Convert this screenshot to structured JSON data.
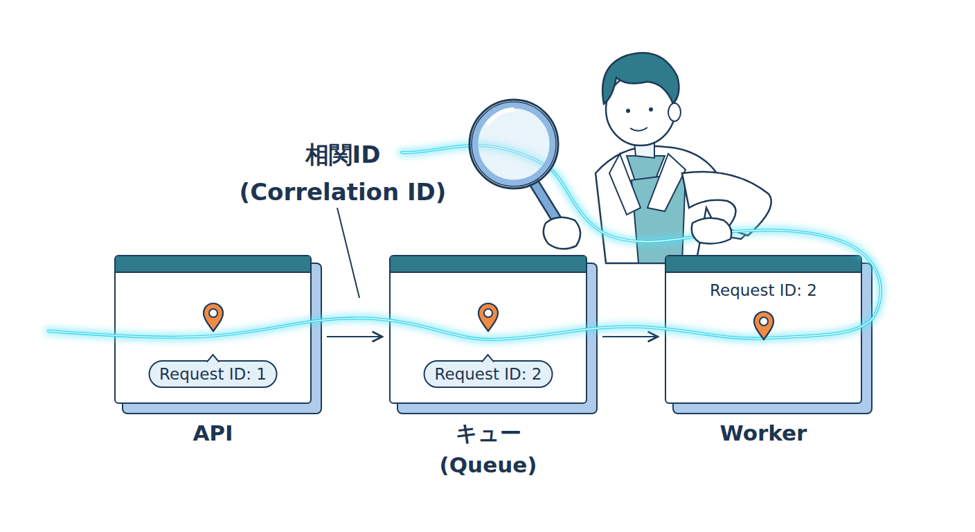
{
  "diagram": {
    "nodes": [
      {
        "text": [
          "Request ID: 1",
          "API"
        ]
      },
      {
        "text": [
          "Request ID: 2",
          "キュー (Queue)"
        ]
      },
      {
        "text": [
          "Request ID: 2",
          "Worker"
        ]
      }
    ],
    "edges": [
      {
        "from": 0,
        "to": 1,
        "arrow": "to"
      },
      {
        "from": 1,
        "to": 2,
        "arrow": "to"
      }
    ],
    "labels": [
      "相関ID (Correlation ID)"
    ]
  }
}
